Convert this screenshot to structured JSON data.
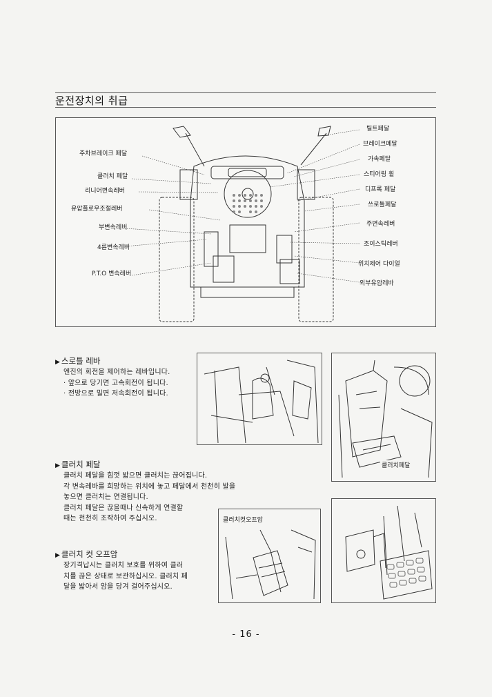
{
  "page": {
    "title": "운전장치의 취급",
    "page_number": "- 16 -"
  },
  "diagram": {
    "labels_left": [
      "주차브레이크 페달",
      "클러치 페달",
      "리니어변속레버",
      "유압플로우조절레버",
      "부변속레버",
      "4륜변속레버",
      "P.T.O 변속레버"
    ],
    "labels_right": [
      "틸트페달",
      "브레이크페달",
      "가속페달",
      "스티어링 휠",
      "디프록 페달",
      "쓰로틀페달",
      "주변속레버",
      "조이스틱레버",
      "위치제어 다이얼",
      "외부유압레바"
    ]
  },
  "sections": {
    "throttle": {
      "heading": "스로틀 레바",
      "lines": [
        "엔진의 회전을 제어하는 레바입니다.",
        "· 앞으로 당기면 고속회전이 됩니다.",
        "· 전방으로 밀면 저속회전이 됩니다."
      ]
    },
    "clutch": {
      "heading": "클러치 페달",
      "lines": [
        "클러치 페달을 힘껏 밟으면 클러치는 끊어집니다.",
        "각 변속레바를 희망하는 위치에 놓고 페달에서 천천히 발을",
        "놓으면 클러치는 연결됩니다.",
        "클러치 페달은 끊을때나 신속하게 연결할",
        "때는 천천히 조작하여 주십시오."
      ]
    },
    "clutch_cut": {
      "heading": "클러치 컷 오프암",
      "lines": [
        "장기격납시는 클러치 보호를 위하여 클러",
        "치를 끊은 상태로 보관하십시오. 클러치 페",
        "달을 밟아서 암을 당겨 걸어주십시오."
      ]
    }
  },
  "photos": {
    "clutch_pedal_caption": "클러치페달",
    "clutch_cut_caption": "클러치컷오프암"
  }
}
